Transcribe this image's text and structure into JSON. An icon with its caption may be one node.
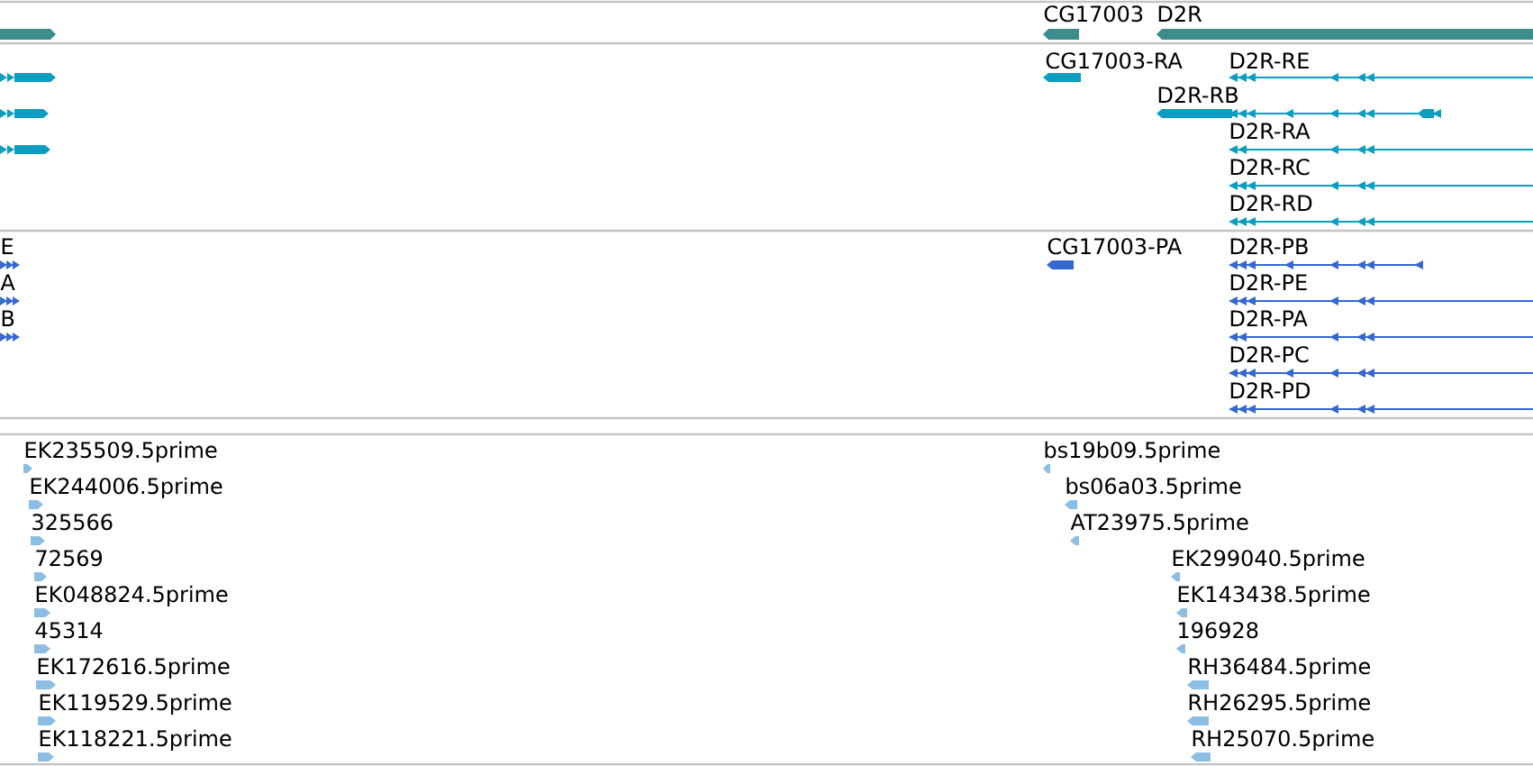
{
  "diagram": {
    "nodes": [
      {
        "text": [],
        "shape": "bar"
      },
      {
        "text": [
          "CG17003"
        ]
      },
      {
        "text": [
          "D2R"
        ]
      },
      {
        "text": [],
        "shape": "bar"
      },
      {
        "text": [
          "CG17003-RA"
        ]
      },
      {
        "text": [
          "D2R-RE"
        ]
      },
      {
        "text": [],
        "shape": "bar"
      },
      {
        "text": [
          "D2R-RB"
        ]
      },
      {
        "text": [],
        "shape": "bar"
      },
      {
        "text": [
          "D2R-RA"
        ]
      },
      {
        "text": [
          "D2R-RC"
        ]
      },
      {
        "text": [
          "D2R-RD"
        ]
      },
      {
        "text": [
          "E"
        ]
      },
      {
        "text": [
          "CG17003-PA"
        ]
      },
      {
        "text": [
          "D2R-PB"
        ]
      },
      {
        "text": [
          "A"
        ]
      },
      {
        "text": [
          "D2R-PE"
        ]
      },
      {
        "text": [
          "B"
        ]
      },
      {
        "text": [
          "D2R-PA"
        ]
      },
      {
        "text": [
          "D2R-PC"
        ]
      },
      {
        "text": [
          "D2R-PD"
        ]
      },
      {
        "text": [
          "EK235509.5prime"
        ]
      },
      {
        "text": [
          "bs19b09.5prime"
        ]
      },
      {
        "text": [
          "EK244006.5prime"
        ]
      },
      {
        "text": [
          "bs06a03.5prime"
        ]
      },
      {
        "text": [
          "325566"
        ]
      },
      {
        "text": [
          "AT23975.5prime"
        ]
      },
      {
        "text": [
          "72569"
        ]
      },
      {
        "text": [
          "EK299040.5prime"
        ]
      },
      {
        "text": [
          "EK048824.5prime"
        ]
      },
      {
        "text": [
          "EK143438.5prime"
        ]
      },
      {
        "text": [
          "45314"
        ]
      },
      {
        "text": [
          "196928"
        ]
      },
      {
        "text": [
          "EK172616.5prime"
        ]
      },
      {
        "text": [
          "RH36484.5prime"
        ]
      },
      {
        "text": [
          "EK119529.5prime"
        ]
      },
      {
        "text": [
          "RH26295.5prime"
        ]
      },
      {
        "text": [
          "EK118221.5prime"
        ]
      },
      {
        "text": [
          "RH25070.5prime"
        ]
      }
    ]
  }
}
